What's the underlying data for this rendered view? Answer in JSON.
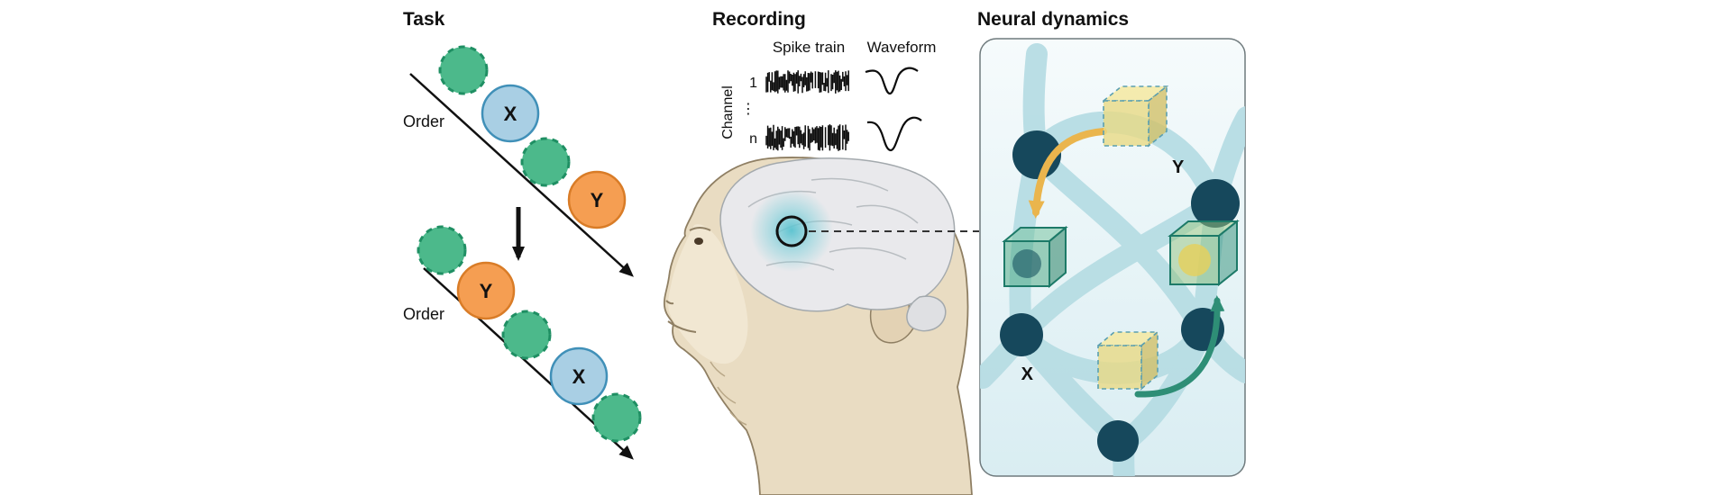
{
  "figure": {
    "task": {
      "title": "Task",
      "sequence1": {
        "order_label": "Order",
        "item_x": "X",
        "item_y": "Y"
      },
      "sequence2": {
        "order_label": "Order",
        "item_y": "Y",
        "item_x": "X"
      }
    },
    "recording": {
      "title": "Recording",
      "spike_train_label": "Spike train",
      "waveform_label": "Waveform",
      "channel_axis_label": "Channel",
      "channel_first": "1",
      "channel_ellipsis": "⋮",
      "channel_last": "n"
    },
    "neural_dynamics": {
      "title": "Neural dynamics",
      "label_y": "Y",
      "label_x": "X"
    },
    "colors": {
      "item_green": "#4cb98b",
      "item_green_border": "#1f8f63",
      "item_blue": "#a9cfe4",
      "item_blue_border": "#4090b8",
      "item_orange": "#f59e52",
      "item_orange_border": "#d97c27",
      "arrow_black": "#111111",
      "monkey_fur": "#e9dcc2",
      "brain_gray": "#e9e9ec",
      "recording_site_glow": "#6ec6d2",
      "panel_node": "#16485c",
      "panel_band": "#b7dde4",
      "cube_yellow": "#e9d985",
      "cube_green": "#2e8e76",
      "arrow_yellow": "#eab54d",
      "arrow_green": "#2e8e76"
    }
  }
}
